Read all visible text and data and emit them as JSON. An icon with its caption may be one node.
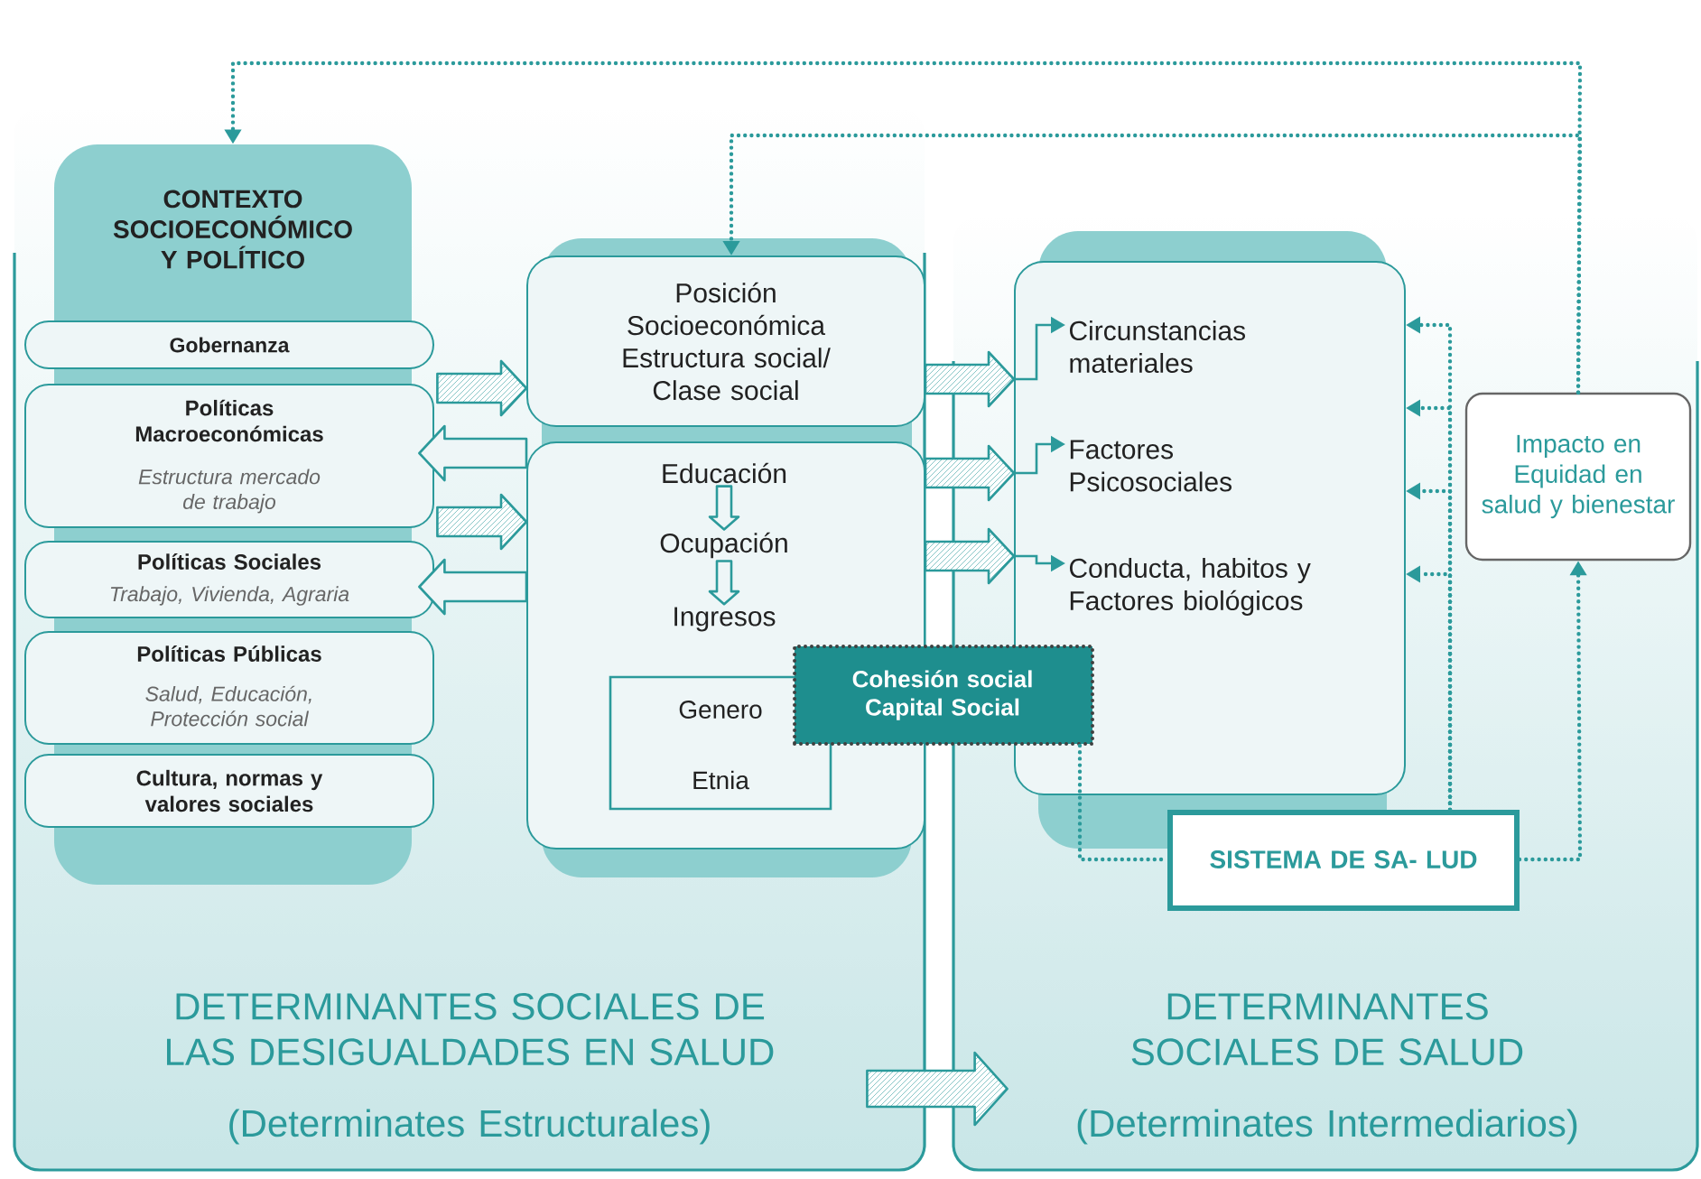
{
  "diagram": {
    "nodes": [
      {
        "text": [
          "DETERMINANTES SOCIALES DE LAS DESIGUALDADES EN SALUD",
          "(Determinates Estructurales)"
        ]
      },
      {
        "text": [
          "CONTEXTO SOCIOECONÓMICO Y POLÍTICO"
        ],
        "in": 0
      },
      {
        "text": [
          "Gobernanza"
        ],
        "in": 0
      },
      {
        "text": [
          "Políticas Macroeconómicas",
          "Estructura mercado de trabajo"
        ],
        "in": 0
      },
      {
        "text": [
          "Políticas Sociales",
          "Trabajo, Vivienda, Agraria"
        ],
        "in": 0
      },
      {
        "text": [
          "Políticas Públicas",
          "Salud, Educación, Protección social"
        ],
        "in": 0
      },
      {
        "text": [
          "Cultura, normas y valores sociales"
        ],
        "in": 0
      },
      {
        "text": [
          "Posición Socioeconómica Estructura social/ Clase social"
        ],
        "in": 0
      },
      {
        "text": [],
        "shape": "box",
        "in": 0
      },
      {
        "text": [
          "Educación"
        ],
        "in": 8
      },
      {
        "text": [
          "Ocupación"
        ],
        "in": 8
      },
      {
        "text": [
          "Ingresos"
        ],
        "in": 8
      },
      {
        "text": [
          "Genero",
          "Etnia"
        ],
        "in": 8
      },
      {
        "text": [
          "Cohesión social Capital Social"
        ]
      },
      {
        "text": [
          "DETERMINANTES SOCIALES DE SALUD",
          "(Determinates Intermediarios)"
        ]
      },
      {
        "text": [],
        "shape": "box",
        "in": 14
      },
      {
        "text": [
          "Circunstancias materiales"
        ],
        "in": 15
      },
      {
        "text": [
          "Factores Psicosociales"
        ],
        "in": 15
      },
      {
        "text": [
          "Conducta, habitos y Factores biológicos"
        ],
        "in": 15
      },
      {
        "text": [
          "Impacto en Equidad en salud y bienestar"
        ],
        "in": 14
      },
      {
        "text": [
          "SISTEMA DE SA- LUD"
        ],
        "in": 14
      }
    ],
    "edges": [
      {
        "from": 1,
        "to": 7,
        "arrow": "to",
        "style": "thick"
      },
      {
        "from": 8,
        "to": 1,
        "arrow": "to",
        "style": "thick"
      },
      {
        "from": 1,
        "to": 8,
        "arrow": "to",
        "style": "thick"
      },
      {
        "from": 8,
        "to": 1,
        "arrow": "to",
        "style": "thick"
      },
      {
        "from": 7,
        "to": 15,
        "arrow": "to",
        "style": "thick"
      },
      {
        "from": 8,
        "to": 15,
        "arrow": "to",
        "style": "thick"
      },
      {
        "from": 8,
        "to": 15,
        "arrow": "to",
        "style": "thick"
      },
      {
        "from": 0,
        "to": 14,
        "arrow": "to",
        "style": "thick"
      },
      {
        "from": 9,
        "to": 10,
        "arrow": "to",
        "style": "thick"
      },
      {
        "from": 10,
        "to": 11,
        "arrow": "to",
        "style": "thick"
      },
      {
        "from": 15,
        "to": 16,
        "arrow": "to"
      },
      {
        "from": 15,
        "to": 17,
        "arrow": "to"
      },
      {
        "from": 15,
        "to": 18,
        "arrow": "to"
      },
      {
        "from": 19,
        "to": 1,
        "arrow": "to",
        "style": "dashed"
      },
      {
        "from": 19,
        "to": 7,
        "arrow": "to",
        "style": "dashed"
      },
      {
        "from": 20,
        "to": 19,
        "arrow": "to",
        "style": "dashed"
      },
      {
        "from": 20,
        "to": 15,
        "arrow": "to",
        "style": "dashed"
      },
      {
        "from": 20,
        "to": 15,
        "arrow": "to",
        "style": "dashed"
      },
      {
        "from": 20,
        "to": 15,
        "arrow": "to",
        "style": "dashed"
      },
      {
        "from": 20,
        "to": 15,
        "arrow": "to",
        "style": "dashed"
      },
      {
        "from": 13,
        "to": 20,
        "arrow": "none",
        "style": "dashed"
      }
    ]
  }
}
